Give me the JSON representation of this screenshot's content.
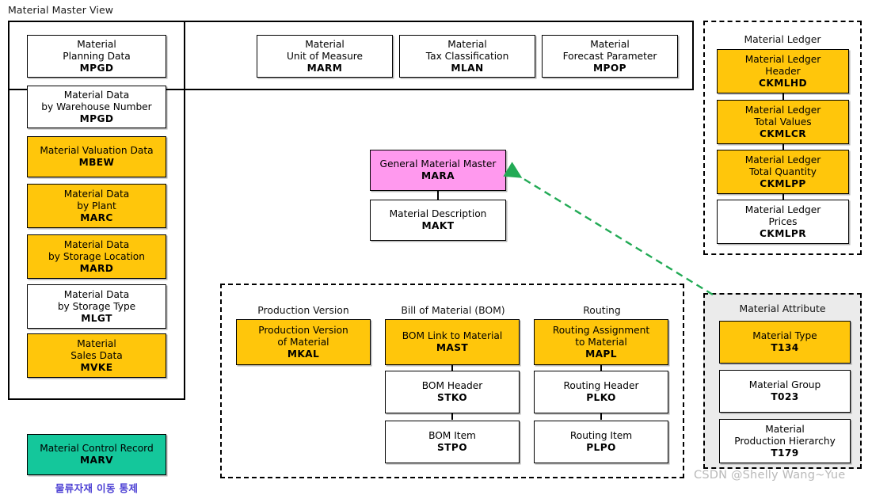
{
  "page": {
    "title": "Material Master View",
    "watermark": "CSDN @Shelly Wang~Yue",
    "korean_caption": "물류자재 이동 통제"
  },
  "colors": {
    "yellow": "#FFC60B",
    "pink": "#FF99EE",
    "teal": "#14C79B",
    "gray_group": "#ebebeb",
    "arrow_green": "#22aa55",
    "korean_text": "#4b3fd4",
    "watermark": "#b9b9b9"
  },
  "left_group": {
    "cards": [
      {
        "lines": [
          "Material",
          "Planning Data"
        ],
        "code": "MPGD",
        "fill": "white"
      },
      {
        "lines": [
          "Material Data",
          "by Warehouse Number"
        ],
        "code": "MPGD",
        "fill": "white"
      },
      {
        "lines": [
          "Material Valuation Data"
        ],
        "code": "MBEW",
        "fill": "yellow"
      },
      {
        "lines": [
          "Material Data",
          "by Plant"
        ],
        "code": "MARC",
        "fill": "yellow"
      },
      {
        "lines": [
          "Material Data",
          "by Storage Location"
        ],
        "code": "MARD",
        "fill": "yellow"
      },
      {
        "lines": [
          "Material Data",
          "by Storage Type"
        ],
        "code": "MLGT",
        "fill": "white"
      },
      {
        "lines": [
          "Material",
          "Sales Data"
        ],
        "code": "MVKE",
        "fill": "yellow"
      }
    ]
  },
  "top_strip": {
    "cards": [
      {
        "lines": [
          "Material",
          "Unit of Measure"
        ],
        "code": "MARM",
        "fill": "white"
      },
      {
        "lines": [
          "Material",
          "Tax Classification"
        ],
        "code": "MLAN",
        "fill": "white"
      },
      {
        "lines": [
          "Material",
          "Forecast Parameter"
        ],
        "code": "MPOP",
        "fill": "white"
      }
    ]
  },
  "center": {
    "cards": [
      {
        "lines": [
          "General Material Master"
        ],
        "code": "MARA",
        "fill": "pink"
      },
      {
        "lines": [
          "Material Description"
        ],
        "code": "MAKT",
        "fill": "white"
      }
    ]
  },
  "material_ledger": {
    "label": "Material Ledger",
    "cards": [
      {
        "lines": [
          "Material Ledger",
          "Header"
        ],
        "code": "CKMLHD",
        "fill": "yellow"
      },
      {
        "lines": [
          "Material Ledger",
          "Total Values"
        ],
        "code": "CKMLCR",
        "fill": "yellow"
      },
      {
        "lines": [
          "Material Ledger",
          "Total Quantity"
        ],
        "code": "CKMLPP",
        "fill": "yellow"
      },
      {
        "lines": [
          "Material Ledger",
          "Prices"
        ],
        "code": "CKMLPR",
        "fill": "white"
      }
    ]
  },
  "material_attribute": {
    "label": "Material Attribute",
    "cards": [
      {
        "lines": [
          "Material Type"
        ],
        "code": "T134",
        "fill": "yellow"
      },
      {
        "lines": [
          "Material Group"
        ],
        "code": "T023",
        "fill": "white"
      },
      {
        "lines": [
          "Material",
          "Production Hierarchy"
        ],
        "code": "T179",
        "fill": "white"
      }
    ]
  },
  "production_group": {
    "columns": [
      {
        "label": "Production Version",
        "cards": [
          {
            "lines": [
              "Production Version",
              "of Material"
            ],
            "code": "MKAL",
            "fill": "yellow"
          }
        ]
      },
      {
        "label": "Bill of Material (BOM)",
        "cards": [
          {
            "lines": [
              "BOM Link to Material"
            ],
            "code": "MAST",
            "fill": "yellow"
          },
          {
            "lines": [
              "BOM Header"
            ],
            "code": "STKO",
            "fill": "white"
          },
          {
            "lines": [
              "BOM Item"
            ],
            "code": "STPO",
            "fill": "white"
          }
        ]
      },
      {
        "label": "Routing",
        "cards": [
          {
            "lines": [
              "Routing Assignment",
              "to Material"
            ],
            "code": "MAPL",
            "fill": "yellow"
          },
          {
            "lines": [
              "Routing Header"
            ],
            "code": "PLKO",
            "fill": "white"
          },
          {
            "lines": [
              "Routing Item"
            ],
            "code": "PLPO",
            "fill": "white"
          }
        ]
      }
    ]
  },
  "control_record": {
    "card": {
      "lines": [
        "Material Control Record"
      ],
      "code": "MARV",
      "fill": "teal"
    }
  }
}
